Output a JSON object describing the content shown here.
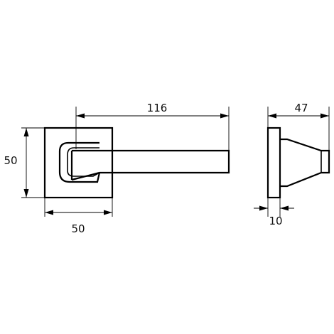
{
  "drawing": {
    "front_view": {
      "dim_lever_length": "116",
      "dim_rose_height": "50",
      "dim_rose_width": "50"
    },
    "side_view": {
      "dim_projection": "47",
      "dim_rose_thickness": "10"
    }
  },
  "colors": {
    "line": "#000000",
    "background": "#ffffff"
  }
}
